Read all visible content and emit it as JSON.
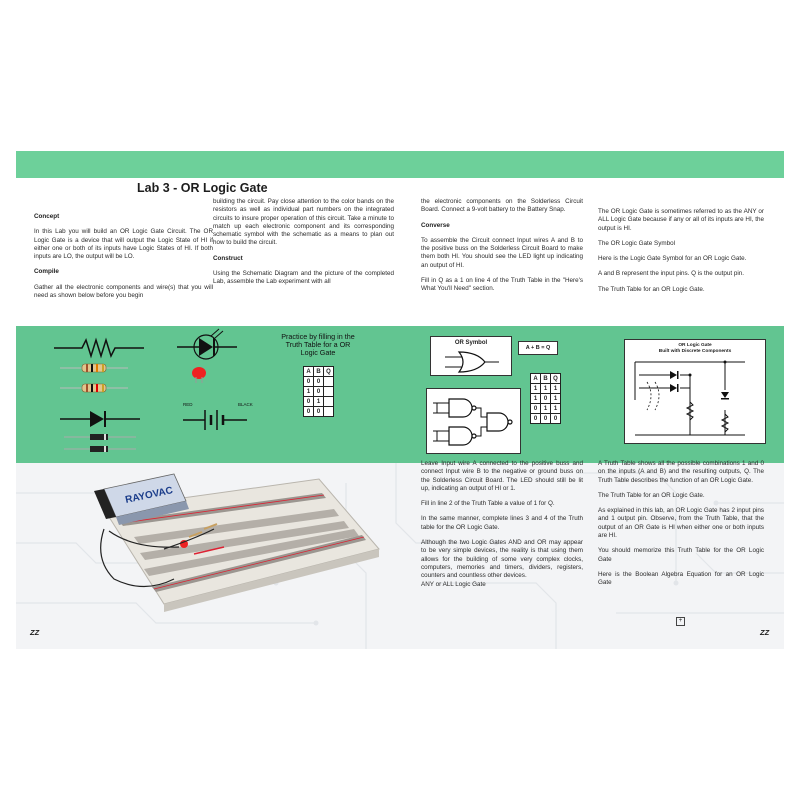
{
  "title": "Lab 3 - OR Logic Gate",
  "col1": {
    "concept_heading": "Concept",
    "concept_text": "In this Lab you will build an OR Logic Gate Circuit. The OR Logic Gate is a device that will output the Logic State of HI if either one or both of its inputs have Logic States of HI. If both inputs are LO, the output will be LO.",
    "compile_heading": "Compile",
    "compile_text": "Gather all the electronic components and wire(s) that you will need as shown below before you begin"
  },
  "col2": {
    "text1": "building the circuit. Pay close attention to the color bands on the resistors as well as individual part numbers on the integrated circuits to insure proper operation of this circuit. Take a minute to match up each electronic component and its corresponding schematic symbol with the schematic as a means to plan out how to build the circuit.",
    "construct_heading": "Construct",
    "construct_text": "Using the Schematic Diagram and the picture of the completed Lab, assemble the Lab experiment with all"
  },
  "col3": {
    "text1": "the electronic components on the Solderless Circuit Board. Connect a 9-volt battery to the Battery Snap.",
    "converse_heading": "Converse",
    "converse_text": "To assemble the Circuit connect Input wires A and B to the positive buss on the Solderless Circuit Board to make them both HI. You should see the LED light up indicating an output of HI.",
    "fill_text": "Fill in Q as a 1 on line 4 of the Truth Table in the \"Here's What You'll Need\" section."
  },
  "col4": {
    "p1": "The OR Logic Gate is sometimes referred to as the ANY or ALL Logic Gate because if any or all of its inputs are HI, the output is HI.",
    "p2": "The OR Logic Gate Symbol",
    "p3": "Here is the Logic Gate Symbol for an OR Logic Gate.",
    "p4": "A and B represent the input pins. Q is the output pin.",
    "p5": "The Truth Table for an OR Logic Gate."
  },
  "mid": {
    "practice_label": "Practice by filling in the Truth Table for a OR Logic Gate",
    "red_label": "RED",
    "black_label": "BLACK",
    "or_symbol_label": "OR Symbol",
    "equation_box": "A + B = Q",
    "discrete_title_1": "OR Logic Gate",
    "discrete_title_2": "Built with Discrete Components",
    "truth_table_headers": [
      "A",
      "B",
      "Q"
    ],
    "practice_rows": [
      [
        "0",
        "0",
        ""
      ],
      [
        "1",
        "0",
        ""
      ],
      [
        "0",
        "1",
        ""
      ],
      [
        "0",
        "0",
        ""
      ]
    ],
    "filled_rows": [
      [
        "1",
        "1",
        "1"
      ],
      [
        "1",
        "0",
        "1"
      ],
      [
        "0",
        "1",
        "1"
      ],
      [
        "0",
        "0",
        "0"
      ]
    ]
  },
  "col5": {
    "p1": "Leave Input wire A connected to the positive buss and connect Input wire B to the negative or ground buss on the Solderless Circuit Board. The LED should still be lit up, indicating an output of HI or 1.",
    "p2": "Fill in line 2 of the Truth Table a value of 1 for Q.",
    "p3": "In the same manner, complete lines 3 and 4 of the Truth table for the OR Logic Gate.",
    "p4": "Although the two Logic Gates AND and OR may appear to be very simple devices, the reality is that using them allows for the building of some very complex clocks, computers, memories and timers, dividers, registers, counters and countless other devices.",
    "p5": "ANY or ALL Logic Gate"
  },
  "col6": {
    "p1": "A Truth Table shows all the possible combinations 1 and 0 on the inputs (A and B) and the resulting outputs, Q. The Truth Table describes the function of an OR Logic Gate.",
    "p2": "The Truth Table for an OR Logic Gate.",
    "p3": "As explained in this lab, an OR Logic Gate has 2 input pins and 1 output pin. Observe, from the Truth Table, that the output of an OR Gate is HI when either one or both inputs are HI.",
    "p4": "You should memorize this Truth Table for the OR Logic Gate",
    "p5": "Here is the Boolean Algebra Equation for an OR Logic Gate"
  },
  "battery_brand": "RAYOVAC",
  "page_left": "ZZ",
  "page_right": "ZZ",
  "colors": {
    "band_top": "#6dd09a",
    "band_mid": "#62c591",
    "bottom_bg": "#f3f4f6"
  }
}
